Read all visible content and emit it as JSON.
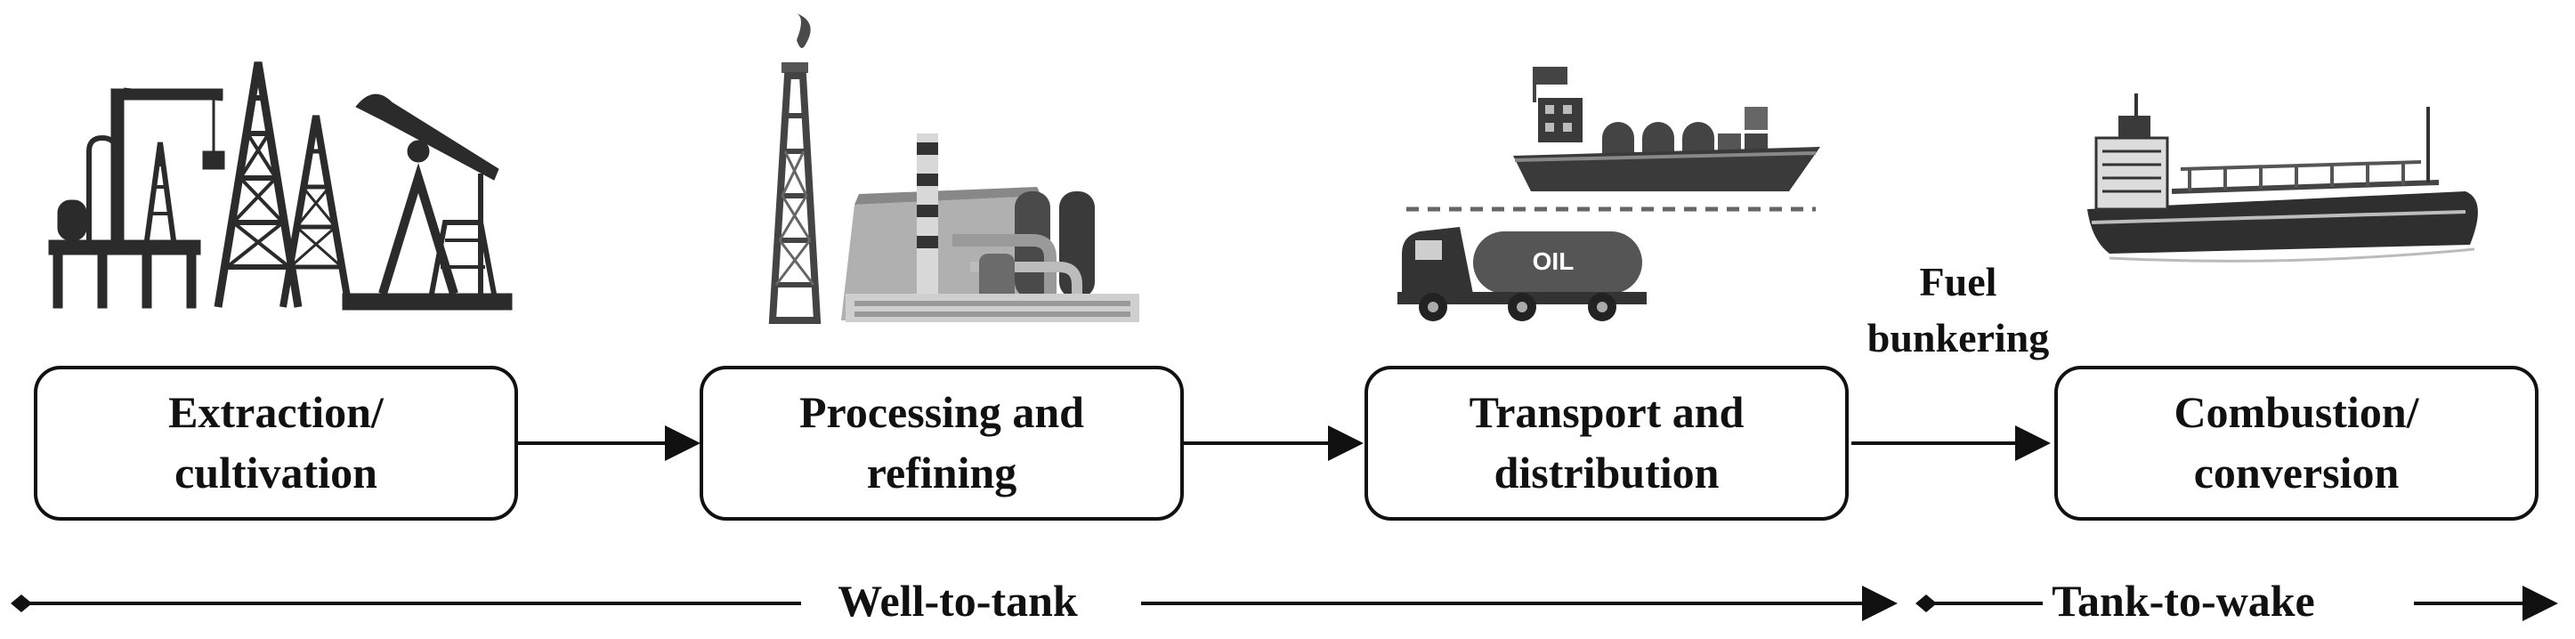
{
  "stages": [
    {
      "id": "extraction",
      "line1": "Extraction/",
      "line2": "cultivation",
      "icon": "oil-rig-and-pump-jack-icon"
    },
    {
      "id": "processing",
      "line1": "Processing and",
      "line2": "refining",
      "icon": "refinery-icon"
    },
    {
      "id": "transport",
      "line1": "Transport and",
      "line2": "distribution",
      "icon": "tanker-ship-and-oil-truck-icon"
    },
    {
      "id": "combustion",
      "line1": "Combustion/",
      "line2": "conversion",
      "icon": "cargo-ship-icon"
    }
  ],
  "bunkering": {
    "line1": "Fuel",
    "line2": "bunkering"
  },
  "truck_label": "OIL",
  "phases": {
    "well_to_tank": "Well-to-tank",
    "tank_to_wake": "Tank-to-wake"
  },
  "colors": {
    "ink": "#111111",
    "icon_dark": "#2b2b2b",
    "icon_mid": "#7a7a7a",
    "icon_light": "#c8c8c8"
  }
}
